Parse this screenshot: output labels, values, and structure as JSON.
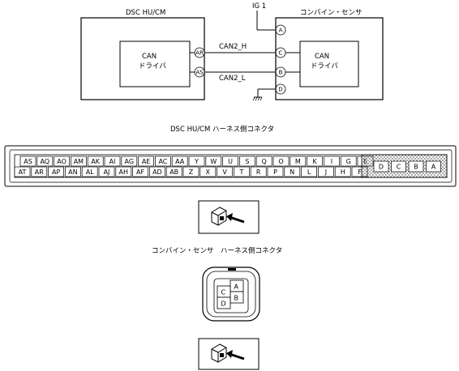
{
  "wiring": {
    "left_module": {
      "title": "DSC  HU/CM",
      "inner_line1": "CAN",
      "inner_line2": "ドライバ"
    },
    "right_module": {
      "title": "コンバイン・センサ",
      "inner_line1": "CAN",
      "inner_line2": "ドライバ"
    },
    "power_label": "IG 1",
    "wires": [
      {
        "name": "CAN2_H",
        "from": "AR",
        "to": "C"
      },
      {
        "name": "CAN2_L",
        "from": "AS",
        "to": "B"
      }
    ],
    "left_terminals": [
      "AR",
      "AS"
    ],
    "right_terminals": [
      "A",
      "C",
      "B",
      "D"
    ]
  },
  "harness_connector": {
    "title": "DSC HU/CM ハーネス側コネクタ",
    "top_row": [
      "AS",
      "AQ",
      "AO",
      "AM",
      "AK",
      "AI",
      "AG",
      "AE",
      "AC",
      "AA",
      "Y",
      "W",
      "U",
      "S",
      "Q",
      "O",
      "M",
      "K",
      "I",
      "G",
      "E"
    ],
    "bottom_row": [
      "AT",
      "AR",
      "AP",
      "AN",
      "AL",
      "AJ",
      "AH",
      "AF",
      "AD",
      "AB",
      "Z",
      "X",
      "V",
      "T",
      "R",
      "P",
      "N",
      "L",
      "J",
      "H",
      "F"
    ],
    "right_pins": [
      "D",
      "C",
      "B",
      "A"
    ]
  },
  "sensor_connector": {
    "title": "コンバイン・センサ　ハーネス側コネクタ",
    "pins": [
      "A",
      "B",
      "C",
      "D"
    ]
  }
}
